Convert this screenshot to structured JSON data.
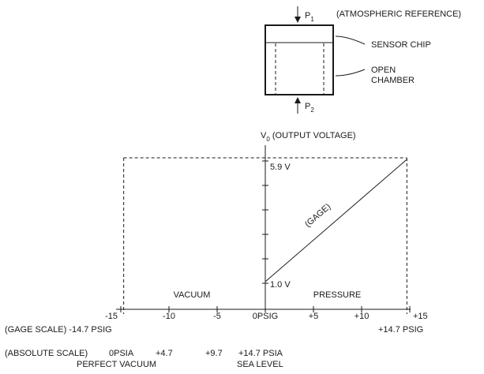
{
  "sensor": {
    "p1_label": "P",
    "p1_sub": "1",
    "atm_ref": "(ATMOSPHERIC REFERENCE)",
    "chip_label": "SENSOR CHIP",
    "chamber_label_1": "OPEN",
    "chamber_label_2": "CHAMBER",
    "p2_label": "P",
    "p2_sub": "2"
  },
  "chart_data": {
    "type": "line",
    "ylabel_main": "V",
    "ylabel_sub": "0",
    "ylabel_rest": " (OUTPUT VOLTAGE)",
    "x_tick_labels": [
      "-15",
      "-10",
      "-5",
      "0PSIG",
      "+5",
      "+10",
      "+15"
    ],
    "x_ticks": [
      -15,
      -10,
      -5,
      0,
      5,
      10,
      15
    ],
    "xlim": [
      -15,
      15
    ],
    "ylim": [
      1.0,
      5.9
    ],
    "series": [
      {
        "name": "(GAGE)",
        "x": [
          0,
          14.7
        ],
        "y": [
          1.0,
          5.9
        ]
      }
    ],
    "annotations": {
      "v_max": "5.9 V",
      "v_min": "1.0 V",
      "vacuum": "VACUUM",
      "pressure": "PRESSURE",
      "gage_scale": "(GAGE SCALE) -14.7 PSIG",
      "gage_max": "+14.7 PSIG",
      "absolute_scale": "(ABSOLUTE SCALE)",
      "abs_0": "0PSIA",
      "abs_47": "+4.7",
      "abs_97": "+9.7",
      "abs_147": "+14.7 PSIA",
      "perfect_vacuum": "PERFECT VACUUM",
      "sea_level": "SEA LEVEL"
    }
  }
}
